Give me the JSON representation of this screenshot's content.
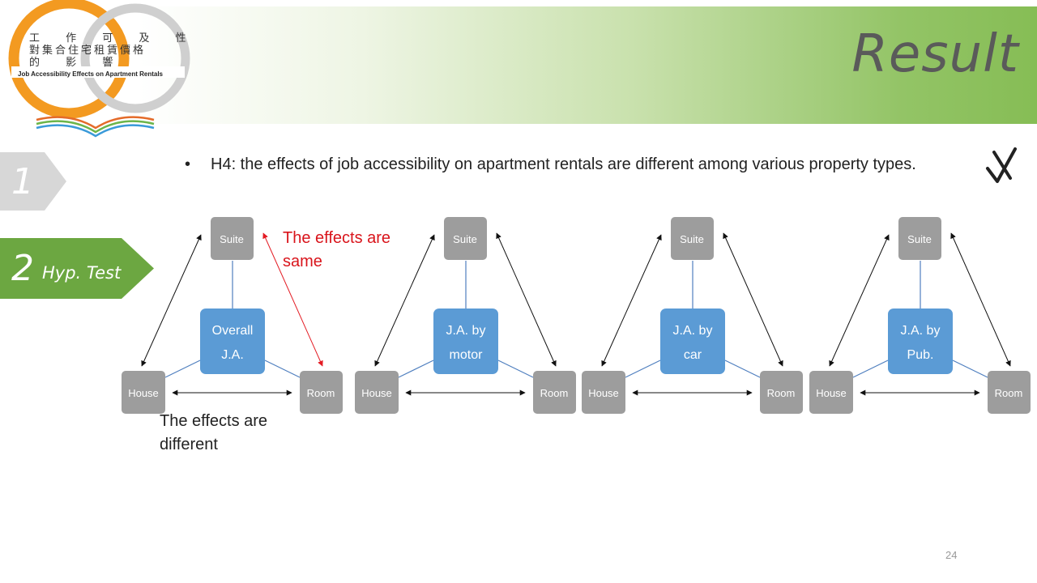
{
  "title": "Result",
  "logo": {
    "title_lines": [
      "工 作 可 及 性",
      "對集合住宅租賃價格",
      "的  影  響"
    ],
    "subtitle": "Job Accessibility Effects on Apartment Rentals"
  },
  "nav": {
    "tab1": {
      "number": "1"
    },
    "tab2": {
      "number": "2",
      "label": "Hyp. Test"
    }
  },
  "bullet": {
    "symbol": "•",
    "text": "H4: the effects of job accessibility on apartment rentals are different among various property types."
  },
  "annotations": {
    "same": "The effects are same",
    "different": "The effects are different"
  },
  "diagrams": [
    {
      "center_lines": [
        "Overall",
        "J.A."
      ],
      "top": "Suite",
      "left": "House",
      "right": "Room",
      "highlight": true
    },
    {
      "center_lines": [
        "J.A. by",
        "motor"
      ],
      "top": "Suite",
      "left": "House",
      "right": "Room",
      "highlight": false
    },
    {
      "center_lines": [
        "J.A. by",
        "car"
      ],
      "top": "Suite",
      "left": "House",
      "right": "Room",
      "highlight": false
    },
    {
      "center_lines": [
        "J.A. by",
        "Pub."
      ],
      "top": "Suite",
      "left": "House",
      "right": "Room",
      "highlight": false
    }
  ],
  "colors": {
    "node_gray": "#9d9d9d",
    "center_blue": "#5b9bd5",
    "connector": "#4f7fbf",
    "highlight_red": "#e31b23",
    "arrow": "#111111"
  },
  "page_number": "24"
}
